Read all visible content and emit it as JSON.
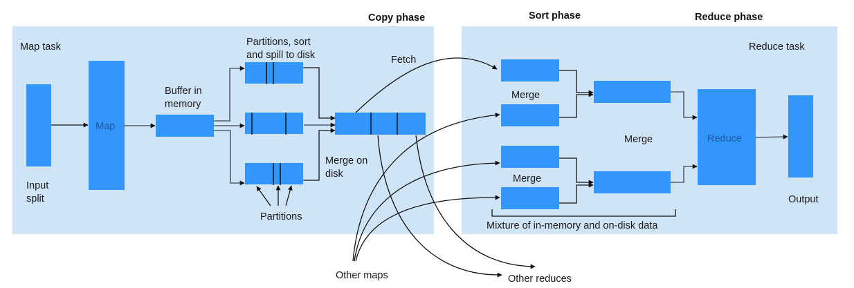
{
  "headers": {
    "copy_phase": "Copy phase",
    "sort_phase": "Sort phase",
    "reduce_phase": "Reduce phase"
  },
  "map_side": {
    "panel_label": "Map task",
    "input_split": [
      "Input",
      "split"
    ],
    "map_box": "Map",
    "buffer": [
      "Buffer in",
      "memory"
    ],
    "spill": [
      "Partitions, sort",
      "and spill to disk"
    ],
    "partitions": "Partitions",
    "merge_on_disk": [
      "Merge on",
      "disk"
    ],
    "fetch": "Fetch"
  },
  "reduce_side": {
    "panel_label": "Reduce task",
    "merge_top": "Merge",
    "merge_mid": "Merge",
    "merge_bottom": "Merge",
    "reduce_box": "Reduce",
    "output": "Output",
    "mixture": "Mixture of in-memory and on-disk data"
  },
  "external": {
    "other_maps": "Other maps",
    "other_reduces": "Other reduces"
  },
  "colors": {
    "panel": "#d0e4f7",
    "box": "#3396fb",
    "box_text": "#1f5aa0"
  }
}
